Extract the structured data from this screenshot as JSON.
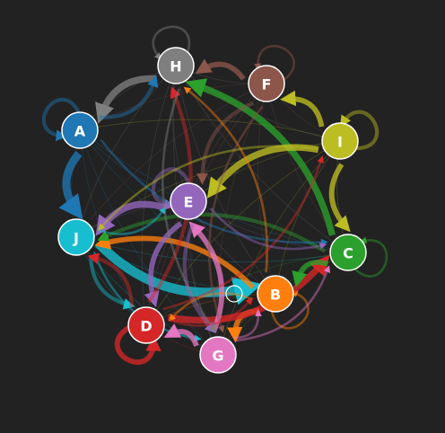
{
  "nodes": [
    {
      "id": "A",
      "label": "A",
      "color": "#1f77b4"
    },
    {
      "id": "B",
      "label": "B",
      "color": "#ff7f0e"
    },
    {
      "id": "C",
      "label": "C",
      "color": "#2ca02c"
    },
    {
      "id": "D",
      "label": "D",
      "color": "#d62728"
    },
    {
      "id": "E",
      "label": "E",
      "color": "#9467bd"
    },
    {
      "id": "F",
      "label": "F",
      "color": "#8c564b"
    },
    {
      "id": "G",
      "label": "G",
      "color": "#e377c2"
    },
    {
      "id": "H",
      "label": "H",
      "color": "#7f7f7f"
    },
    {
      "id": "I",
      "label": "I",
      "color": "#bcbd22"
    },
    {
      "id": "J",
      "label": "J",
      "color": "#17becf"
    }
  ],
  "edges": [
    {
      "from": "H",
      "to": "A",
      "weight": 4
    },
    {
      "from": "A",
      "to": "J",
      "weight": 5
    },
    {
      "from": "A",
      "to": "A",
      "weight": 2
    },
    {
      "from": "J",
      "to": "B",
      "weight": 6
    },
    {
      "from": "J",
      "to": "D",
      "weight": 2
    },
    {
      "from": "F",
      "to": "H",
      "weight": 3
    },
    {
      "from": "I",
      "to": "F",
      "weight": 3
    },
    {
      "from": "I",
      "to": "I",
      "weight": 2
    },
    {
      "from": "C",
      "to": "H",
      "weight": 4
    },
    {
      "from": "I",
      "to": "E",
      "weight": 4
    },
    {
      "from": "F",
      "to": "E",
      "weight": 2
    },
    {
      "from": "I",
      "to": "C",
      "weight": 3
    },
    {
      "from": "E",
      "to": "J",
      "weight": 4
    },
    {
      "from": "B",
      "to": "J",
      "weight": 3
    },
    {
      "from": "B",
      "to": "B",
      "weight": 1
    },
    {
      "from": "B",
      "to": "G",
      "weight": 3
    },
    {
      "from": "D",
      "to": "C",
      "weight": 4
    },
    {
      "from": "D",
      "to": "D",
      "weight": 3
    },
    {
      "from": "G",
      "to": "E",
      "weight": 3
    },
    {
      "from": "E",
      "to": "G",
      "weight": 2
    },
    {
      "from": "E",
      "to": "D",
      "weight": 3
    },
    {
      "from": "C",
      "to": "B",
      "weight": 3
    },
    {
      "from": "C",
      "to": "C",
      "weight": 1
    },
    {
      "from": "E",
      "to": "E",
      "weight": 2
    },
    {
      "from": "A",
      "to": "H",
      "weight": 2
    },
    {
      "from": "J",
      "to": "G",
      "weight": 1
    },
    {
      "from": "D",
      "to": "H",
      "weight": 2
    },
    {
      "from": "G",
      "to": "C",
      "weight": 1
    },
    {
      "from": "F",
      "to": "F",
      "weight": 1
    },
    {
      "from": "H",
      "to": "H",
      "weight": 1
    },
    {
      "from": "D",
      "to": "J",
      "weight": 2
    },
    {
      "from": "G",
      "to": "D",
      "weight": 3
    },
    {
      "from": "C",
      "to": "J",
      "weight": 2
    },
    {
      "from": "B",
      "to": "H",
      "weight": 1
    },
    {
      "from": "J",
      "to": "E",
      "weight": 1
    },
    {
      "from": "A",
      "to": "C",
      "weight": 1
    },
    {
      "from": "D",
      "to": "I",
      "weight": 1
    },
    {
      "from": "G",
      "to": "B",
      "weight": 1
    },
    {
      "from": "B",
      "to": "D",
      "weight": 1
    },
    {
      "from": "F",
      "to": "G",
      "weight": 1
    },
    {
      "from": "I",
      "to": "J",
      "weight": 1
    },
    {
      "from": "E",
      "to": "C",
      "weight": 1
    },
    {
      "from": "H",
      "to": "G",
      "weight": 1
    },
    {
      "from": "D",
      "to": "B",
      "weight": 1
    }
  ]
}
